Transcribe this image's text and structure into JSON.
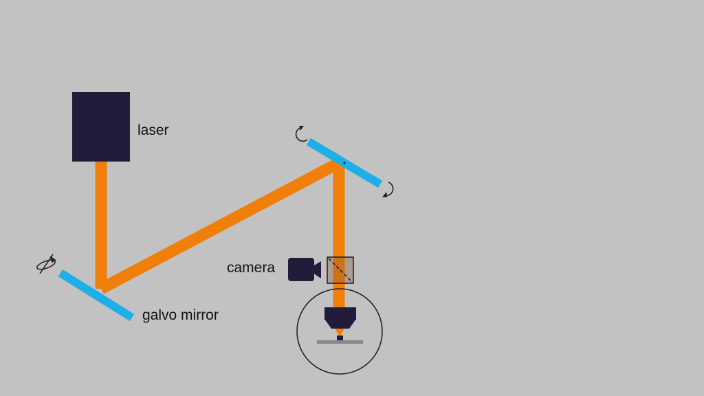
{
  "labels": {
    "laser": "laser",
    "camera": "camera",
    "galvo_mirror": "galvo mirror"
  },
  "colors": {
    "background": "#c2c2c2",
    "beam": "#f07f0a",
    "mirror": "#1eaee8",
    "device": "#221c3a",
    "outline": "#222222",
    "stage_plate": "#8a8a8a",
    "label_text": "#111111"
  },
  "icons": {
    "laser": "laser-box-icon",
    "camera": "video-camera-icon",
    "beam_splitter": "beam-splitter-icon",
    "objective": "objective-lens-icon",
    "rotation": "rotate-arrow-icon"
  }
}
